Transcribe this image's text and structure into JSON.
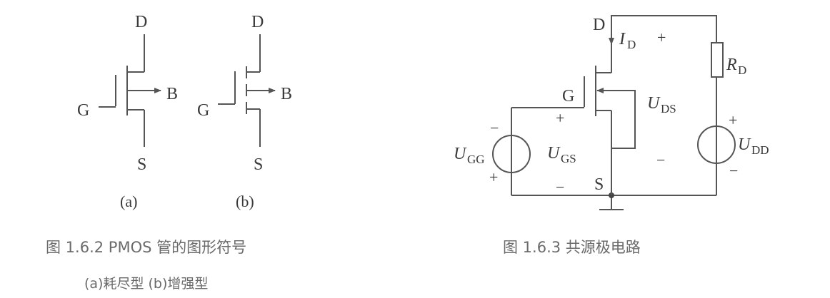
{
  "figure_left": {
    "symbol_a": {
      "drain": "D",
      "gate": "G",
      "bulk": "B",
      "source": "S",
      "sublabel": "(a)"
    },
    "symbol_b": {
      "drain": "D",
      "gate": "G",
      "bulk": "B",
      "source": "S",
      "sublabel": "(b)"
    },
    "caption": "图 1.6.2   PMOS 管的图形符号",
    "subcaption": "(a)耗尽型   (b)增强型"
  },
  "figure_right": {
    "labels": {
      "drain": "D",
      "gate": "G",
      "source": "S",
      "id_main": "I",
      "id_sub": "D",
      "rd_main": "R",
      "rd_sub": "D",
      "uds_main": "U",
      "uds_sub": "DS",
      "ugs_main": "U",
      "ugs_sub": "GS",
      "ugg_main": "U",
      "ugg_sub": "GG",
      "udd_main": "U",
      "udd_sub": "DD",
      "plus": "+",
      "minus": "−"
    },
    "caption": "图 1.6.3   共源极电路"
  }
}
